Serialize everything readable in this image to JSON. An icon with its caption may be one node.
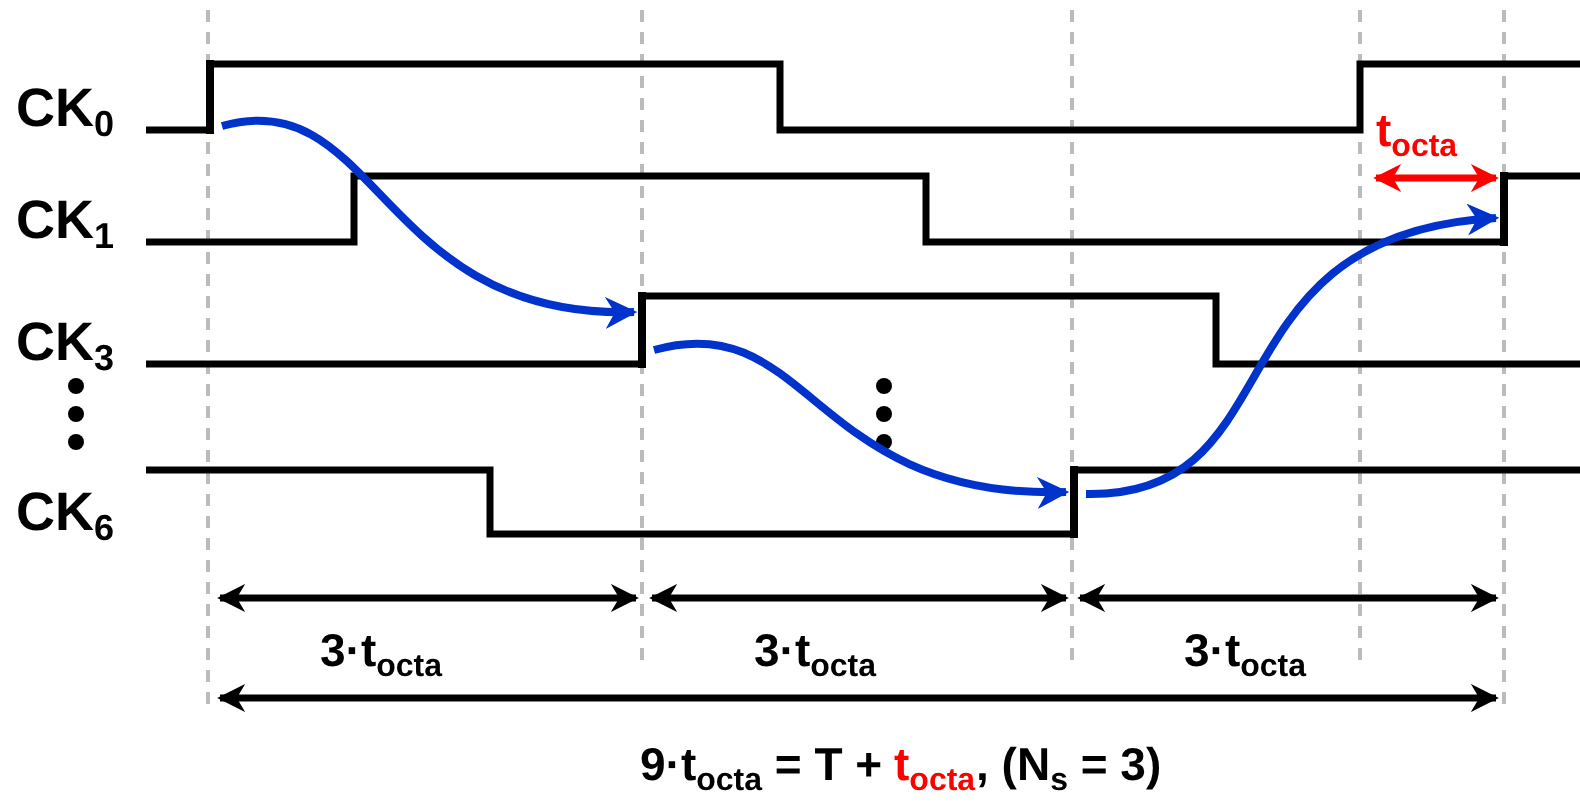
{
  "diagram": {
    "nodes": [
      {
        "text": [],
        "shape": "bar"
      },
      {
        "text": [],
        "shape": "bar"
      },
      {
        "text": [],
        "shape": "bar"
      },
      {
        "text": [],
        "shape": "bar"
      }
    ],
    "edges": [
      {
        "from": 0,
        "to": 1,
        "arrow": "to"
      },
      {
        "from": 1,
        "to": 2,
        "arrow": "to"
      },
      {
        "from": 2,
        "to": 3,
        "arrow": "to"
      }
    ],
    "labels": [
      "CK$_{0}$",
      "CK$_{1}$",
      "CK$_{3}$",
      "CK$_{6}$",
      "t$_{octa}$",
      "3·t$_{octa}$",
      "3·t$_{octa}$",
      "3·t$_{octa}$",
      "9·t$_{octa}$ = T +",
      "t$_{octa}$",
      ", (N$_{s}$ = 3)"
    ]
  }
}
